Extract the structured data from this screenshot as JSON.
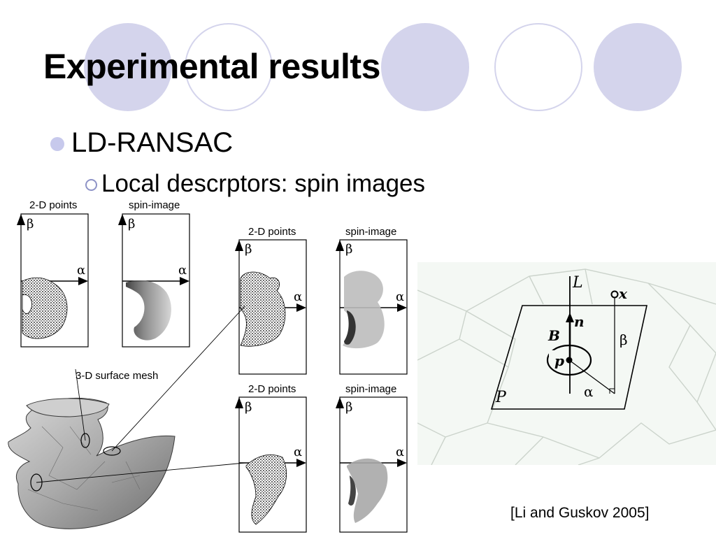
{
  "slide": {
    "title": "Experimental results",
    "bullet_level1": "LD-RANSAC",
    "bullet_level2": "Local descrptors: spin images",
    "citation": "[Li and Guskov 2005]"
  },
  "figure_left": {
    "panel_labels": {
      "points": "2-D points",
      "spin": "spin-image",
      "mesh": "3-D surface mesh"
    },
    "axis_alpha": "α",
    "axis_beta": "β"
  },
  "figure_right": {
    "labels": {
      "L": "L",
      "x": "x",
      "n": "n",
      "B": "B",
      "p_point": "p",
      "P_plane": "P",
      "alpha": "α",
      "beta": "β"
    }
  },
  "theme": {
    "circle_fill": "#d4d4ec",
    "bullet_color": "#c7c9ec",
    "sub_bullet_color": "#8e93c7"
  }
}
